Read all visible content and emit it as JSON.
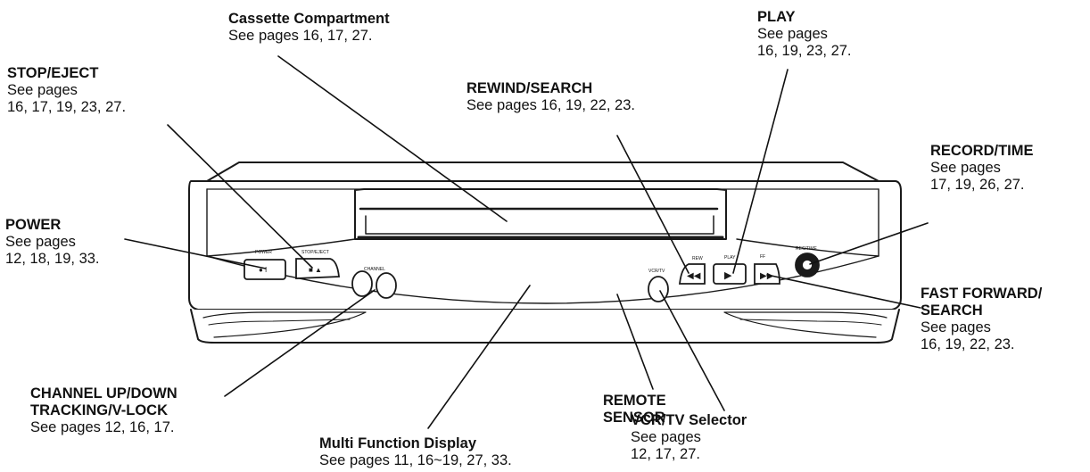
{
  "callouts": {
    "cassette": {
      "title": "Cassette Compartment",
      "ref": "See pages 16, 17, 27."
    },
    "stop_eject": {
      "title": "STOP/EJECT",
      "ref_line1": "See pages",
      "ref_line2": "16, 17, 19, 23, 27."
    },
    "rewind": {
      "title": "REWIND/SEARCH",
      "ref": "See pages 16, 19, 22, 23."
    },
    "play": {
      "title": "PLAY",
      "ref_line1": "See pages",
      "ref_line2": "16, 19, 23, 27."
    },
    "record": {
      "title": "RECORD/TIME",
      "ref_line1": "See pages",
      "ref_line2": "17, 19, 26, 27."
    },
    "power": {
      "title": "POWER",
      "ref_line1": "See pages",
      "ref_line2": "12, 18, 19, 33."
    },
    "fast_forward": {
      "title_line1": "FAST FORWARD/",
      "title_line2": "SEARCH",
      "ref_line1": "See pages",
      "ref_line2": "16, 19, 22, 23."
    },
    "channel": {
      "title_line1": "CHANNEL UP/DOWN",
      "title_line2": "TRACKING/V-LOCK",
      "ref": "See pages 12, 16, 17."
    },
    "remote_sensor": {
      "title_line1": "REMOTE",
      "title_line2": "SENSOR"
    },
    "display": {
      "title": "Multi Function Display",
      "ref": "See pages 11, 16~19, 27, 33."
    },
    "vcr_tv": {
      "title": "VCR/TV Selector",
      "ref_line1": "See pages",
      "ref_line2": "12, 17, 27."
    }
  },
  "panel_labels": {
    "power": "POWER",
    "stop_eject": "STOP/EJECT",
    "channel": "CHANNEL",
    "vcr_tv": "VCR/TV",
    "rew": "REW",
    "play": "PLAY",
    "ff": "FF",
    "rec": "REC/TIME"
  }
}
